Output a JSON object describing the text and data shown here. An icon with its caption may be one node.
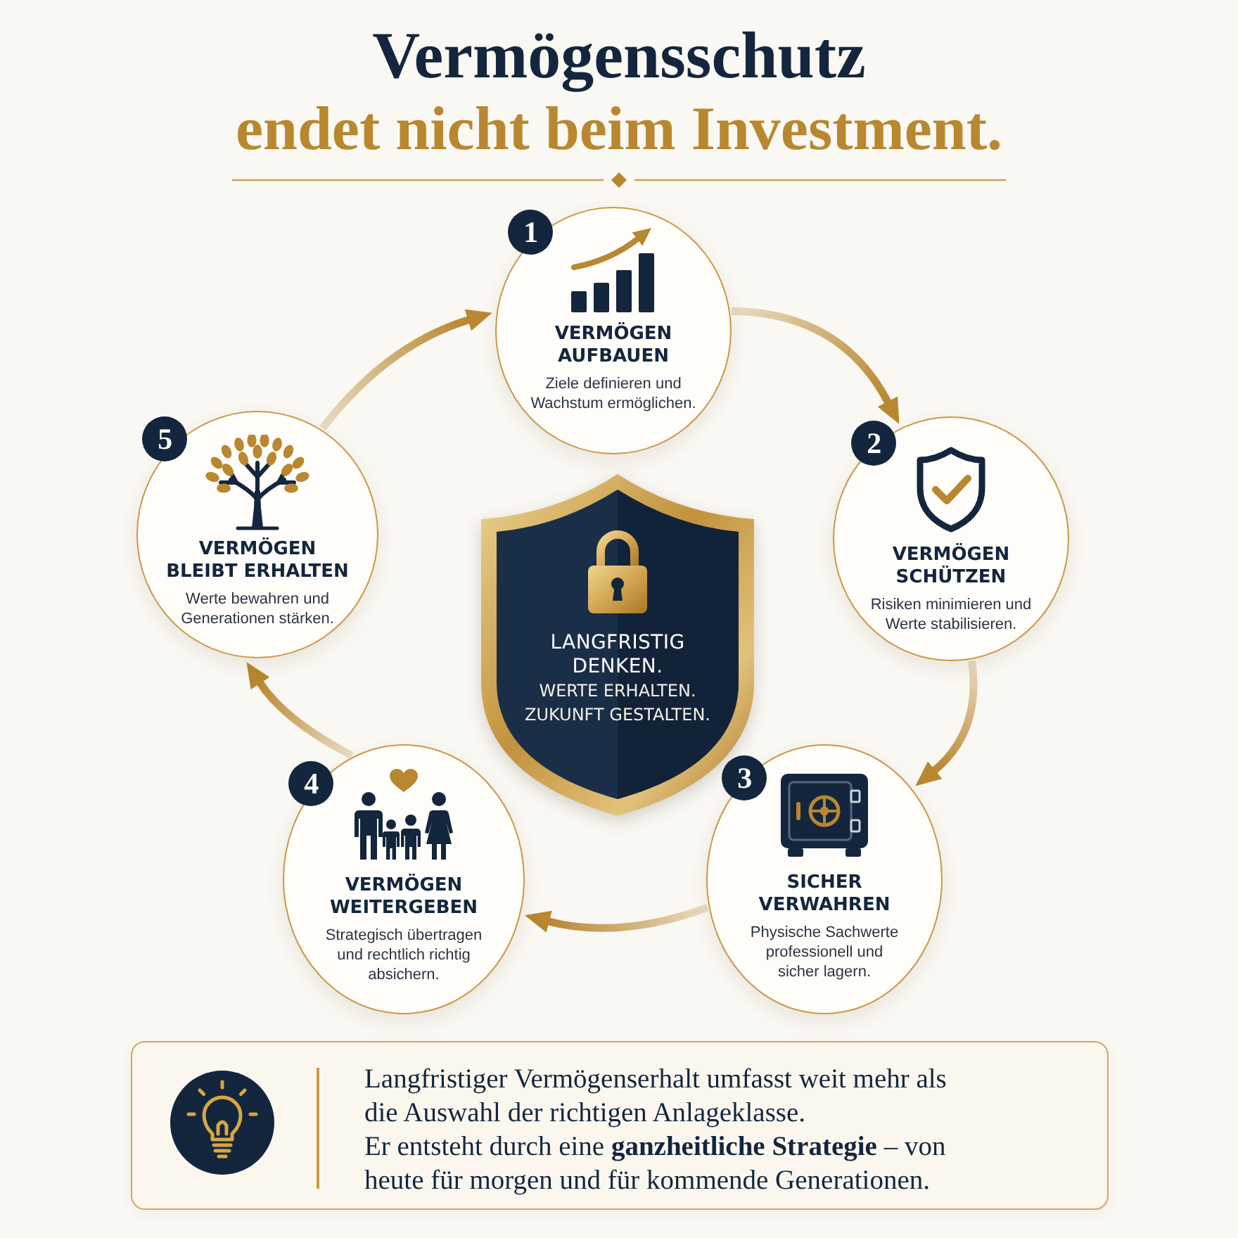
{
  "diagram": {
    "title": "Vermögensschutz",
    "nodes": [
      {
        "text": [
          "VERMÖGEN AUFBAUEN",
          "Ziele definieren und Wachstum ermöglichen."
        ]
      },
      {
        "text": [
          "1"
        ],
        "in": 0
      },
      {
        "text": [
          "VERMÖGEN SCHÜTZEN",
          "Risiken minimieren und Werte stabilisieren."
        ]
      },
      {
        "text": [
          "2"
        ],
        "in": 2
      },
      {
        "text": [
          "SICHER VERWAHREN",
          "Physische Sachwerte professionell und sicher lagern."
        ]
      },
      {
        "text": [
          "3"
        ],
        "in": 4
      },
      {
        "text": [
          "VERMÖGEN WEITERGEBEN",
          "Strategisch übertragen und rechtlich richtig absichern."
        ]
      },
      {
        "text": [
          "4"
        ],
        "in": 6
      },
      {
        "text": [
          "VERMÖGEN BLEIBT ERHALTEN",
          "Werte bewahren und Generationen stärken."
        ]
      },
      {
        "text": [
          "5"
        ],
        "in": 8
      },
      {
        "text": [
          "LANGFRISTIG DENKEN.",
          "WERTE ERHALTEN. ZUKUNFT GESTALTEN."
        ]
      },
      {
        "text": [
          "Langfristiger Vermögenserhalt umfasst weit mehr als die Auswahl der richtigen Anlageklasse.",
          "Er entsteht durch eine **ganzheitliche Strategie** – von heute für morgen und für kommende Generationen."
        ]
      }
    ],
    "edges": [
      {
        "from": 0,
        "to": 2,
        "arrow": "to"
      },
      {
        "from": 2,
        "to": 4,
        "arrow": "to"
      },
      {
        "from": 4,
        "to": 6,
        "arrow": "to"
      },
      {
        "from": 6,
        "to": 8,
        "arrow": "to"
      },
      {
        "from": 8,
        "to": 0,
        "arrow": "to"
      }
    ],
    "labels": [
      "endet nicht beim Investment."
    ]
  }
}
